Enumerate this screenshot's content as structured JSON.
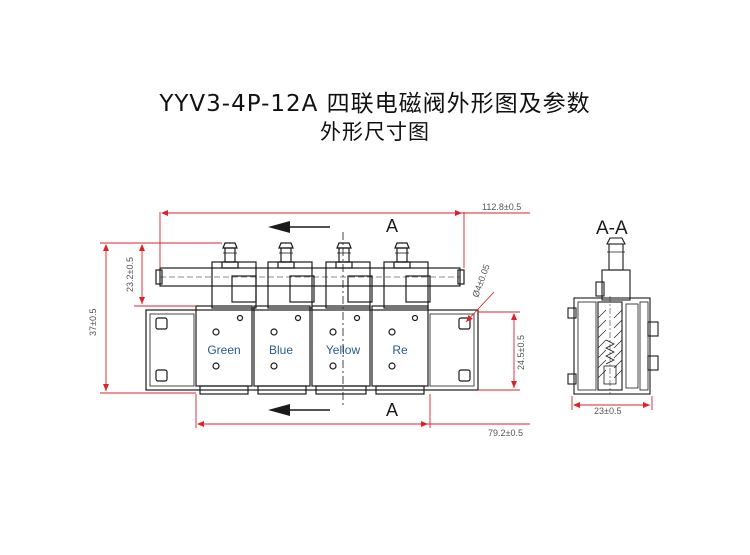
{
  "title": {
    "line1": "YYV3-4P-12A 四联电磁阀外形图及参数",
    "line2": "外形尺寸图"
  },
  "dimensions": {
    "top_width": "112.8±0.5",
    "bottom_width": "79.2±0.5",
    "outer_height": "37±0.5",
    "upper_height": "23.2±0.5",
    "right_height": "24.5±0.5",
    "side_width": "23±0.5",
    "port_diameter": "Ø4±0.05"
  },
  "section": {
    "cut_label_top": "A",
    "cut_label_bottom": "A",
    "view_label": "A-A"
  },
  "valves": [
    {
      "label": "Green"
    },
    {
      "label": "Blue"
    },
    {
      "label": "Yellow"
    },
    {
      "label": "Re"
    }
  ],
  "colors": {
    "dimension_red": "#e0202a",
    "line_black": "#1a1a1a",
    "label_blue": "#2b5a8c"
  }
}
